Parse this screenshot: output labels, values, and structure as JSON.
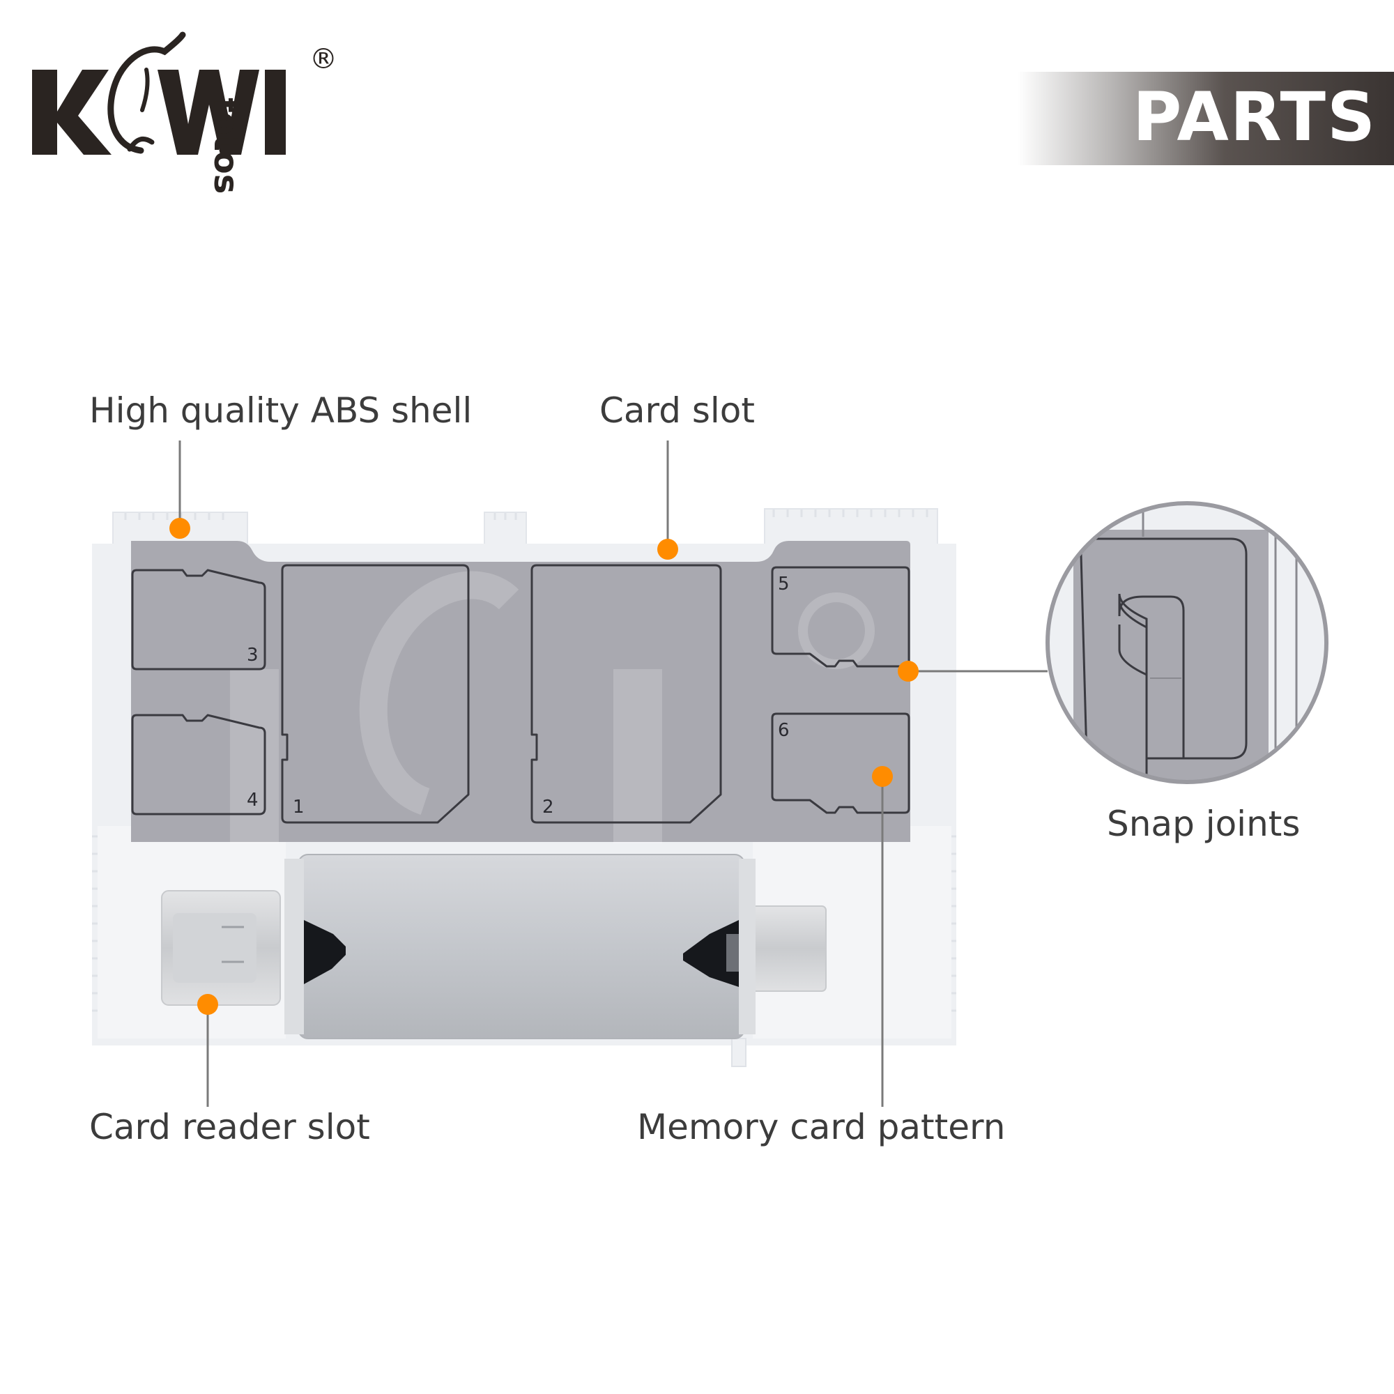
{
  "brand": {
    "logo_text": "KIWI",
    "logo_subtext": "fotos",
    "registered_mark": "®"
  },
  "header": {
    "title": "PARTS"
  },
  "callouts": {
    "abs_shell": "High quality ABS shell",
    "card_slot": "Card slot",
    "snap_joints": "Snap joints",
    "card_reader_slot": "Card reader slot",
    "memory_card_pattern": "Memory card pattern"
  },
  "slot_numbers": [
    "1",
    "2",
    "3",
    "4",
    "5",
    "6"
  ],
  "colors": {
    "accent_dot": "#ff8c00",
    "leader_line": "#7a7a7a",
    "header_bar": "#3a3432",
    "shell": "#eef0f3",
    "tray": "#a9a9b0",
    "logo": "#2a2421"
  },
  "icons": [
    "kiwi-bird-logo-icon",
    "registered-mark-icon"
  ]
}
